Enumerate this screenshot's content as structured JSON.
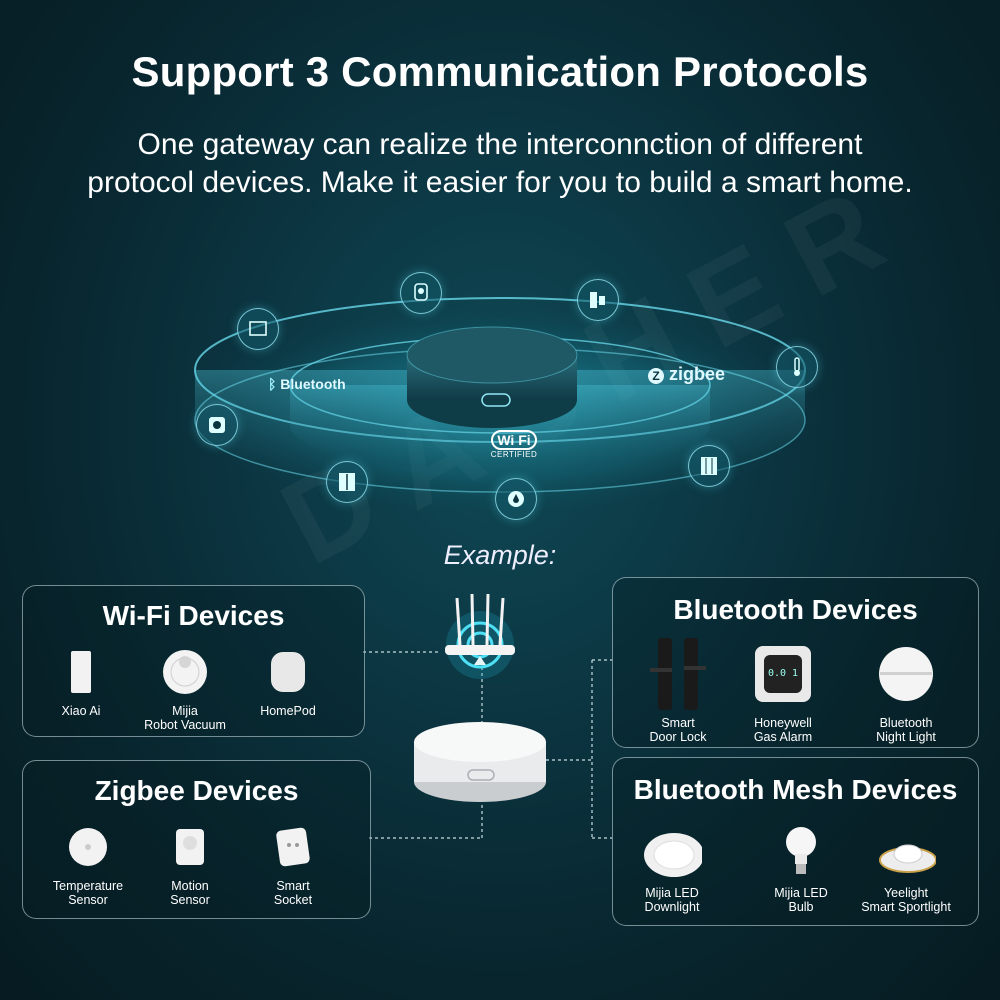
{
  "header": {
    "title": "Support 3 Communication Protocols",
    "subtitle_line1": "One gateway can realize the interconnction of different",
    "subtitle_line2": "protocol devices. Make it easier for you to build a smart home."
  },
  "hero": {
    "bluetooth_label": "Bluetooth",
    "zigbee_label": "zigbee",
    "wifi_label": "Wi Fi",
    "wifi_sub": "CERTIFIED"
  },
  "example_label": "Example:",
  "watermark": "DASHER",
  "panels": {
    "wifi": {
      "title": "Wi-Fi Devices",
      "devices": [
        {
          "line1": "Xiao Ai",
          "line2": ""
        },
        {
          "line1": "Mijia",
          "line2": "Robot Vacuum"
        },
        {
          "line1": "HomePod",
          "line2": ""
        }
      ]
    },
    "zigbee": {
      "title": "Zigbee Devices",
      "devices": [
        {
          "line1": "Temperature",
          "line2": "Sensor"
        },
        {
          "line1": "Motion",
          "line2": "Sensor"
        },
        {
          "line1": "Smart",
          "line2": "Socket"
        }
      ]
    },
    "bluetooth": {
      "title": "Bluetooth Devices",
      "devices": [
        {
          "line1": "Smart",
          "line2": "Door Lock"
        },
        {
          "line1": "Honeywell",
          "line2": "Gas Alarm"
        },
        {
          "line1": "Bluetooth",
          "line2": "Night Light"
        }
      ],
      "gas_display": "0.0 1"
    },
    "mesh": {
      "title": "Bluetooth Mesh Devices",
      "devices": [
        {
          "line1": "Mijia LED",
          "line2": "Downlight"
        },
        {
          "line1": "Mijia LED",
          "line2": "Bulb"
        },
        {
          "line1": "Yeelight",
          "line2": "Smart Sportlight"
        }
      ]
    }
  },
  "colors": {
    "accent": "#5fe3f5",
    "background": "#0b3440",
    "panel_border": "#c8dde0"
  }
}
